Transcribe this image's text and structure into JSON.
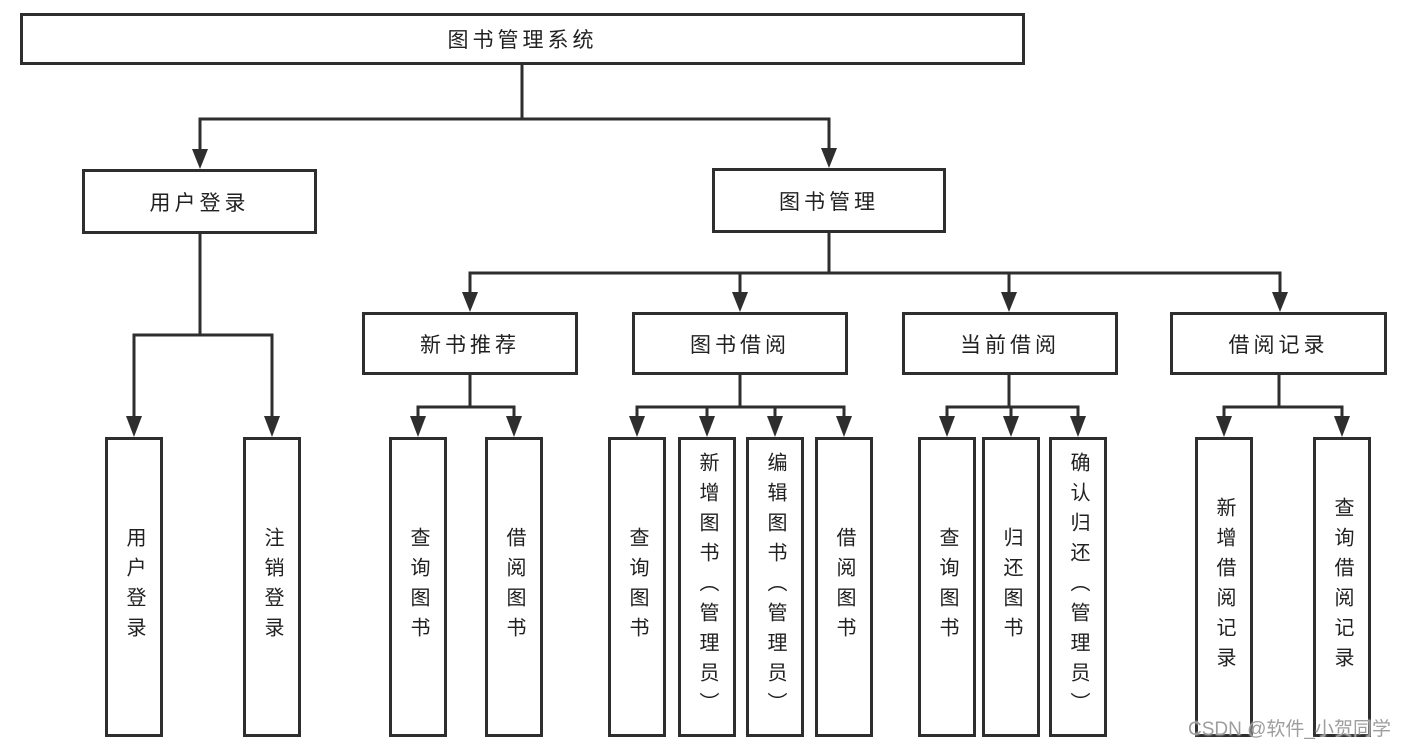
{
  "diagram": {
    "root": "图书管理系统",
    "level2": [
      "用户登录",
      "图书管理"
    ],
    "level3": [
      "新书推荐",
      "图书借阅",
      "当前借阅",
      "借阅记录"
    ],
    "children": {
      "login": [
        "用户登录",
        "注销登录"
      ],
      "recommend": [
        "查询图书",
        "借阅图书"
      ],
      "borrow": [
        "查询图书",
        "新增图书（管理员）",
        "编辑图书（管理员）",
        "借阅图书"
      ],
      "current": [
        "查询图书",
        "归还图书",
        "确认归还（管理员）"
      ],
      "record": [
        "新增借阅记录",
        "查询借阅记录"
      ]
    },
    "colors": {
      "line": "#2e2e2e",
      "text": "#212121",
      "background": "#ffffff",
      "watermark": "#9e9e9e"
    },
    "watermark": "CSDN @软件_小贺同学"
  }
}
